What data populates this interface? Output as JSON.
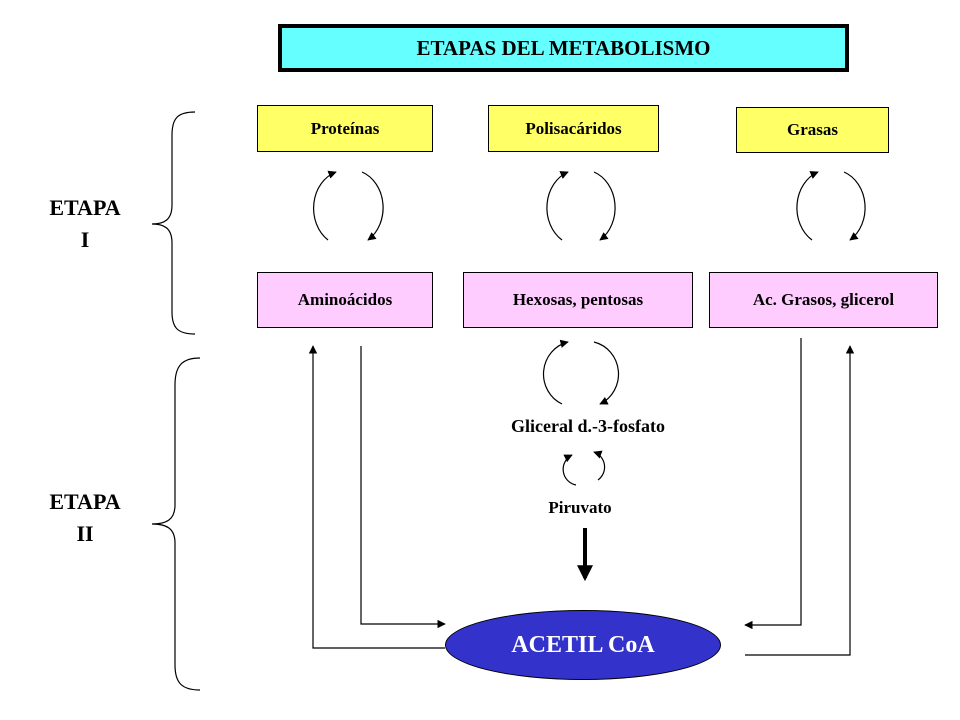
{
  "title": "ETAPAS DEL METABOLISMO",
  "colors": {
    "title_bg": "#66ffff",
    "yellow_box": "#ffff66",
    "pink_box": "#ffccff",
    "acetyl_bg": "#3333cc"
  },
  "stage1": {
    "line1": "ETAPA",
    "line2": "I"
  },
  "stage2": {
    "line1": "ETAPA",
    "line2": "II"
  },
  "macromolecules": [
    "Proteínas",
    "Polisacáridos",
    "Grasas"
  ],
  "building_blocks": [
    "Aminoácidos",
    "Hexosas, pentosas",
    "Ac. Grasos, glicerol"
  ],
  "intermediates": {
    "g3p": "Gliceral d.-3-fosfato",
    "pyruvate": "Piruvato"
  },
  "product": "ACETIL CoA"
}
